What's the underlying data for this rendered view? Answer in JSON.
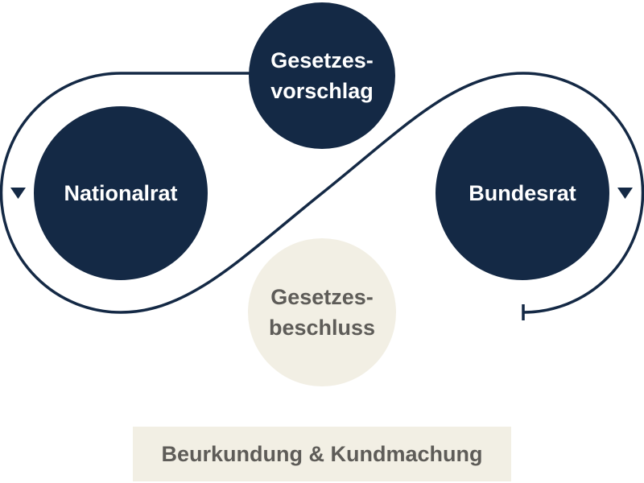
{
  "nodes": {
    "proposal": {
      "line1": "Gesetzes-",
      "line2": "vorschlag"
    },
    "nationalrat": {
      "label": "Nationalrat"
    },
    "bundesrat": {
      "label": "Bundesrat"
    },
    "resolution": {
      "line1": "Gesetzes-",
      "line2": "beschluss"
    }
  },
  "banner": {
    "label": "Beurkundung & Kundmachung"
  },
  "colors": {
    "dark": "#142945",
    "light": "#f2efe4",
    "muted_text": "#5e5c58"
  }
}
